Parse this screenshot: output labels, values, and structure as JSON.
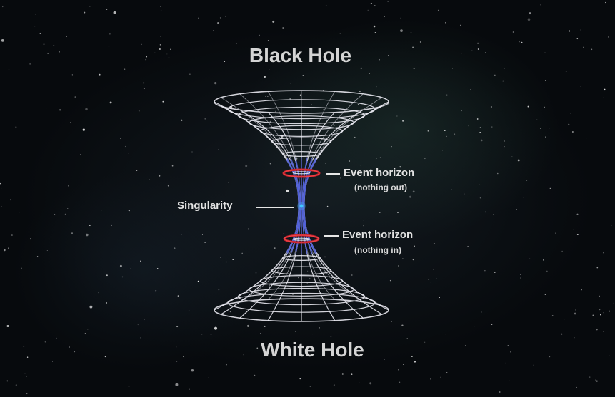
{
  "diagram": {
    "title_top": "Black Hole",
    "title_bottom": "White Hole",
    "labels": {
      "singularity": "Singularity",
      "event_horizon_top": "Event horizon",
      "event_horizon_top_note": "(nothing out)",
      "event_horizon_bottom": "Event horizon",
      "event_horizon_bottom_note": "(nothing in)"
    }
  },
  "colors": {
    "background": "#0b1015",
    "grid": "#e8e8f0",
    "throat": "#4a5ad8",
    "event_horizon": "#c8202a",
    "singularity": "#40c8ff",
    "text": "#d4d4d4"
  }
}
